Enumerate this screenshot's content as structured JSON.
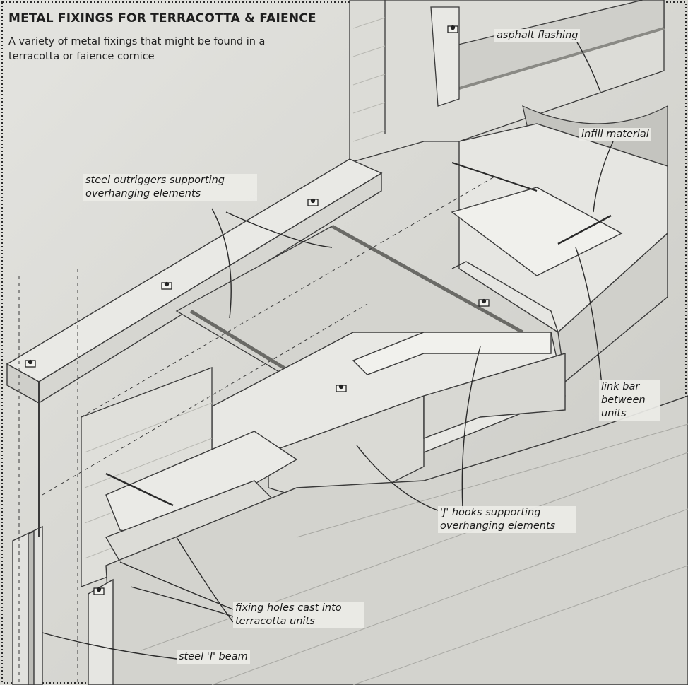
{
  "header": {
    "title": "METAL FIXINGS FOR TERRACOTTA & FAIENCE",
    "subtitle": "A variety of metal fixings that might be found in a terracotta or faience cornice"
  },
  "annotations": {
    "asphalt_flashing": "asphalt flashing",
    "infill_material": "infill material",
    "steel_outriggers": "steel outriggers supporting overhanging elements",
    "link_bar": "link bar between units",
    "j_hooks": "'J' hooks supporting overhanging elements",
    "fixing_holes": "fixing holes cast into terracotta units",
    "steel_i_beam": "steel 'I' beam"
  },
  "colors": {
    "paper": "#e4e4e0",
    "line": "#3a3a3a",
    "shade": "#c8c8c3",
    "dark": "#8e8e8a"
  }
}
